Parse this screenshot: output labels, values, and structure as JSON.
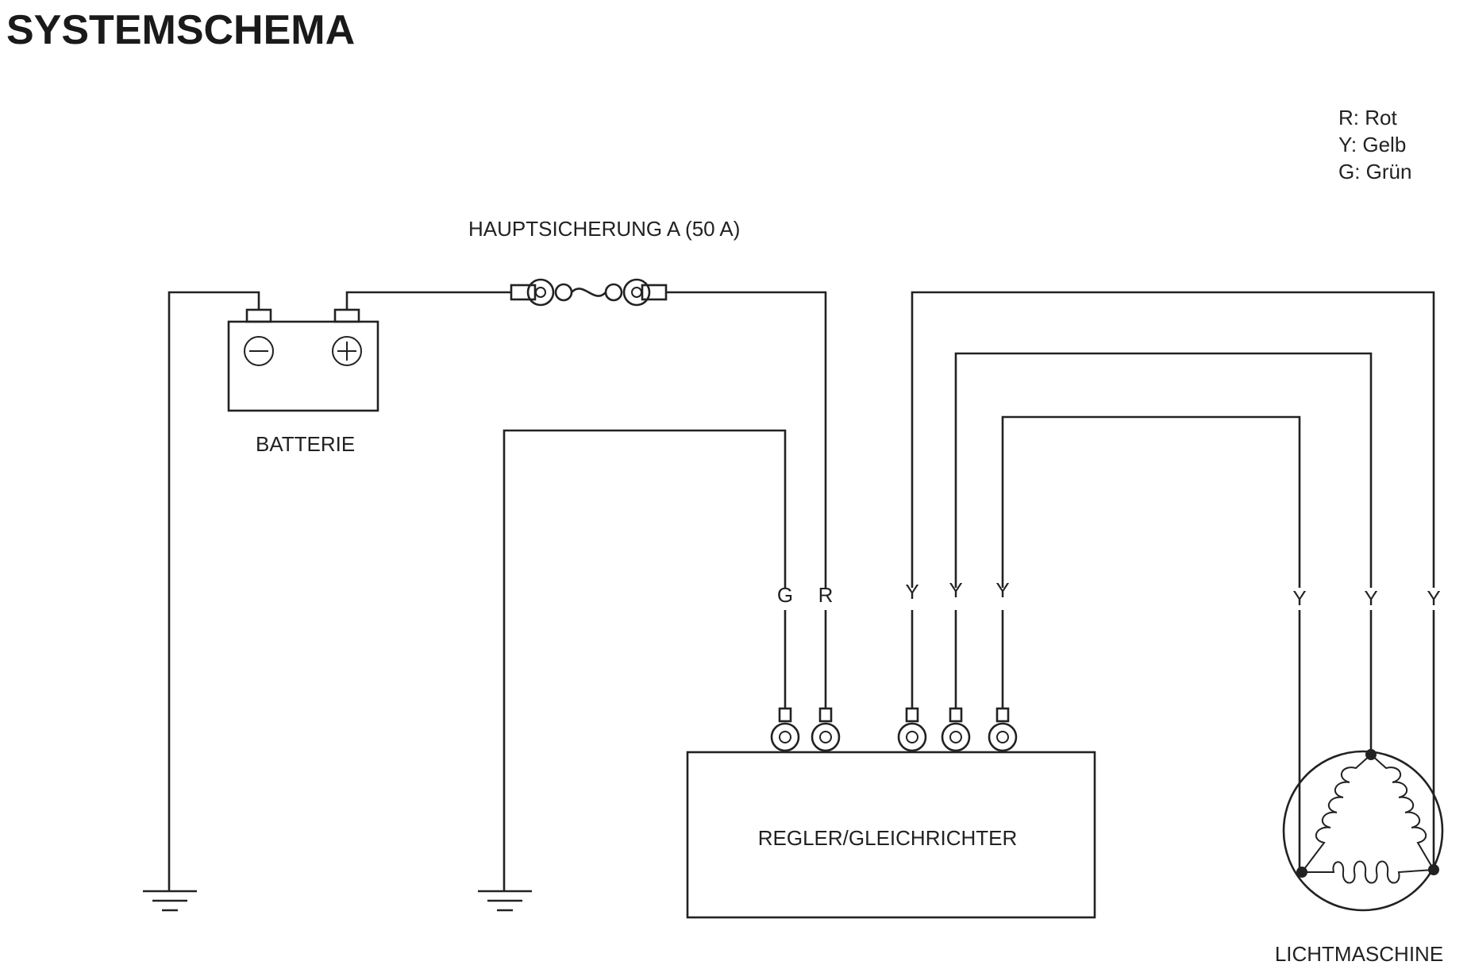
{
  "title": "SYSTEMSCHEMA",
  "legend": {
    "items": [
      "R: Rot",
      "Y: Gelb",
      "G: Grün"
    ]
  },
  "components": {
    "fuse": "HAUPTSICHERUNG A (50 A)",
    "battery": "BATTERIE",
    "regulator": "REGLER/GLEICHRICHTER",
    "alternator": "LICHTMASCHINE"
  },
  "wire_colors": {
    "regulator_inputs": [
      "G",
      "R",
      "Y",
      "Y",
      "Y"
    ],
    "alternator_outputs": [
      "Y",
      "Y",
      "Y"
    ]
  }
}
